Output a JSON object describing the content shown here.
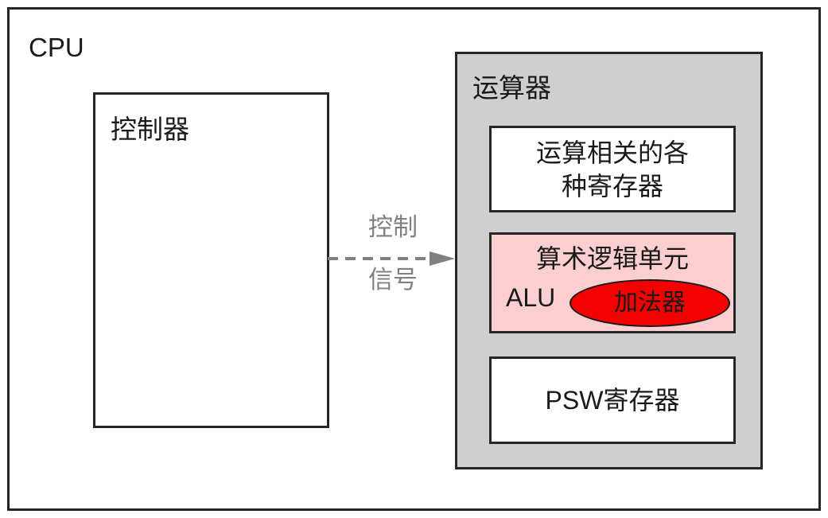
{
  "diagram": {
    "cpu": {
      "label": "CPU"
    },
    "controller": {
      "label": "控制器"
    },
    "control_signal": {
      "label_line1": "控制",
      "label_line2": "信号",
      "arrow_icon": "dashed-arrow-right-icon"
    },
    "arithmetic_unit": {
      "label": "运算器",
      "blocks": [
        {
          "name": "registers",
          "line1": "运算相关的各",
          "line2": "种寄存器"
        },
        {
          "name": "alu",
          "line1": "算术逻辑单元",
          "abbrev": "ALU",
          "highlight": {
            "label": "加法器",
            "shape": "ellipse"
          }
        },
        {
          "name": "psw",
          "line1": "PSW寄存器"
        }
      ]
    }
  },
  "colors": {
    "outline": "#262626",
    "container_fill": "#cfcfcf",
    "alu_fill": "#fbcfcf",
    "adder_fill": "#f40000",
    "signal_gray": "#808080",
    "page_background": "#ffffff"
  }
}
